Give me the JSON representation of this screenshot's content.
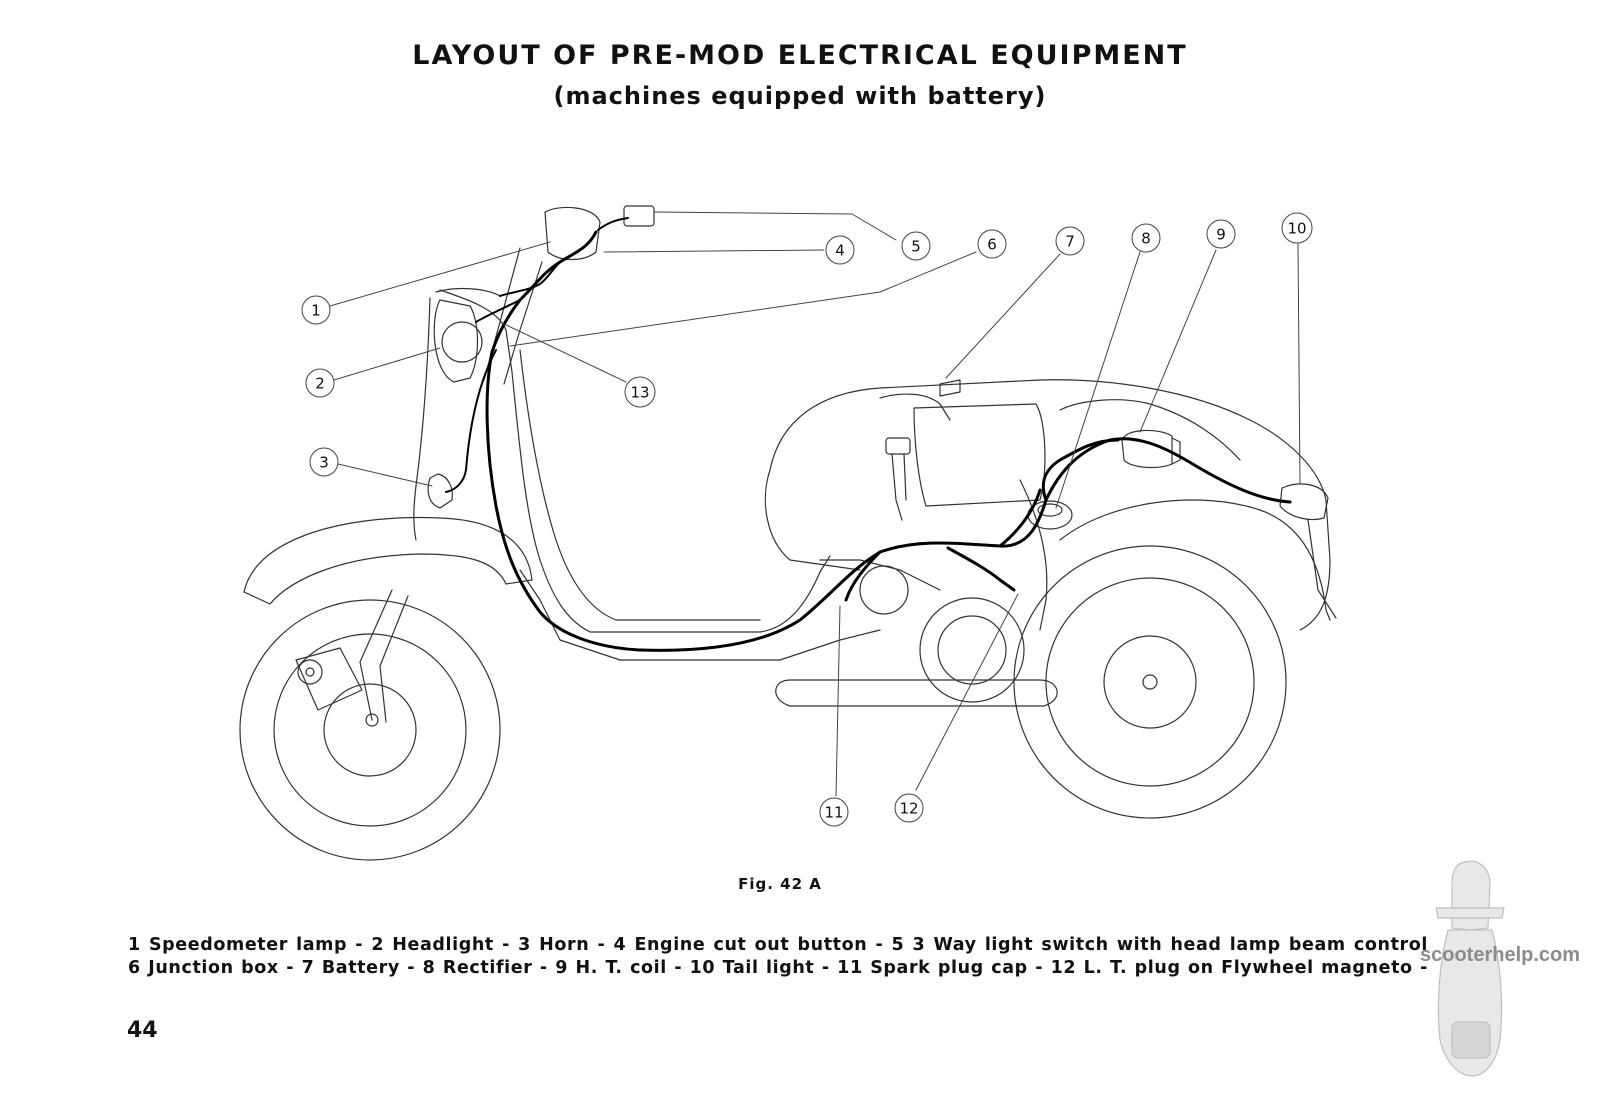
{
  "title": "LAYOUT OF PRE-MOD ELECTRICAL EQUIPMENT",
  "subtitle": "(machines equipped with battery)",
  "figure_caption": "Fig. 42 A",
  "callouts": [
    "1",
    "2",
    "3",
    "4",
    "5",
    "6",
    "7",
    "8",
    "9",
    "10",
    "11",
    "12",
    "13"
  ],
  "legend": {
    "line1": "1 Speedometer lamp - 2 Headlight - 3 Horn - 4 Engine cut out button - 5 3 Way light switch with head lamp beam control",
    "line2": "6 Junction box - 7 Battery - 8 Rectifier - 9 H. T. coil - 10 Tail light - 11 Spark plug cap - 12 L. T. plug on Flywheel magneto -"
  },
  "page_number": "44",
  "watermark": "scooterhelp.com"
}
